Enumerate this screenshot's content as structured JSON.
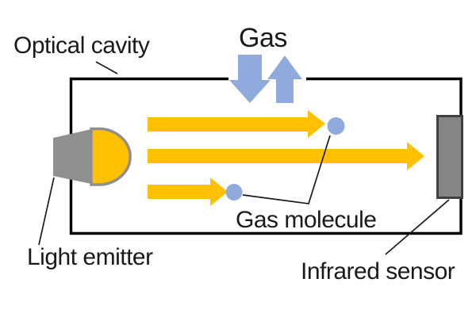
{
  "figure": {
    "labels": {
      "optical_cavity": "Optical cavity",
      "gas": "Gas",
      "gas_molecule": "Gas molecule",
      "light_emitter": "Light emitter",
      "infrared_sensor": "Infrared sensor"
    },
    "colors": {
      "beam": "#FFC000",
      "gas": "#8FAADC",
      "emitter": "#8F8F8F",
      "sensor": "#858585",
      "sensoredge": "#404040",
      "outline": "#000000",
      "text": "#1A1A1A",
      "background": "#FFFFFF"
    }
  }
}
